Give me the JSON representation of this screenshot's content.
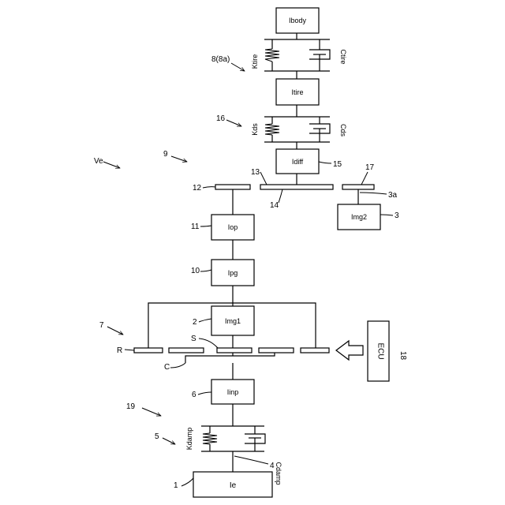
{
  "colors": {
    "line": "#000000",
    "background": "#ffffff"
  },
  "blocks": {
    "ie": "Ie",
    "iinp": "Iinp",
    "img1": "Img1",
    "ipg": "Ipg",
    "iop": "Iop",
    "img2": "Img2",
    "idiff": "Idiff",
    "itire": "Itire",
    "ibody": "Ibody",
    "ecu": "ECU"
  },
  "labels": {
    "kdamp": "Kdamp",
    "cdamp": "Cdamp",
    "kds": "Kds",
    "cds": "Cds",
    "ktire": "Ktire",
    "ctire": "Ctire",
    "r": "R",
    "s": "S",
    "c": "C"
  },
  "refs": {
    "n1": "1",
    "n2": "2",
    "n3": "3",
    "n3a": "3a",
    "n4": "4",
    "n5": "5",
    "n6": "6",
    "n7": "7",
    "n8": "8(8a)",
    "n9": "9",
    "n10": "10",
    "n11": "11",
    "n12": "12",
    "n13": "13",
    "n14": "14",
    "n15": "15",
    "n16": "16",
    "n17": "17",
    "n18": "18",
    "n19": "19",
    "ve": "Ve"
  }
}
